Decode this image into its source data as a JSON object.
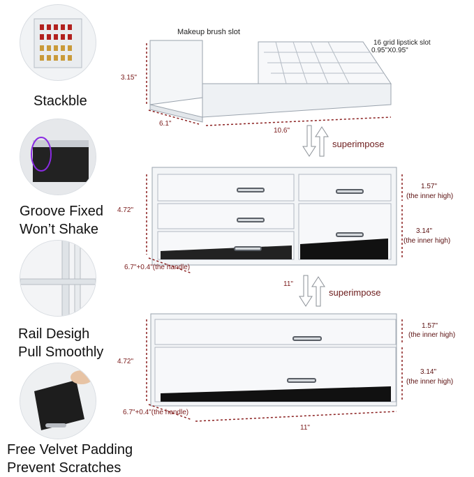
{
  "features": [
    {
      "label": "Stackble",
      "icon": "lipstick-stack-icon"
    },
    {
      "label_lines": [
        "Groove Fixed",
        "Won’t Shake"
      ],
      "icon": "groove-icon"
    },
    {
      "label_lines": [
        "Rail Desigh",
        "Pull Smoothly"
      ],
      "icon": "rail-icon"
    },
    {
      "label_lines": [
        "Free Velvet Padding",
        "Prevent Scratches"
      ],
      "icon": "velvet-pad-icon"
    }
  ],
  "top_unit": {
    "brush_slot_label": "Makeup brush slot",
    "lipstick_slot_label": "16 grid lipstick slot",
    "lipstick_slot_size": "0.95\"X0.95\"",
    "height": "3.15\"",
    "depth": "6.1\"",
    "width": "10.6\""
  },
  "middle_unit": {
    "superimpose_label": "superimpose",
    "height": "4.72\"",
    "depth": "6.7\"+0.4\"(the handle)",
    "width": "11\"",
    "upper_drawer_height": "1.57\"",
    "upper_drawer_note": "(the inner high)",
    "lower_drawer_height": "3.14\"",
    "lower_drawer_note": "(the inner high)"
  },
  "bottom_unit": {
    "superimpose_label": "superimpose",
    "height": "4.72\"",
    "depth": "6.7\"+0.4\"(the handle)",
    "width": "11\"",
    "upper_drawer_height": "1.57\"",
    "upper_drawer_note": "(the inner high)",
    "lower_drawer_height": "3.14\"",
    "lower_drawer_note": "(the inner high)"
  }
}
